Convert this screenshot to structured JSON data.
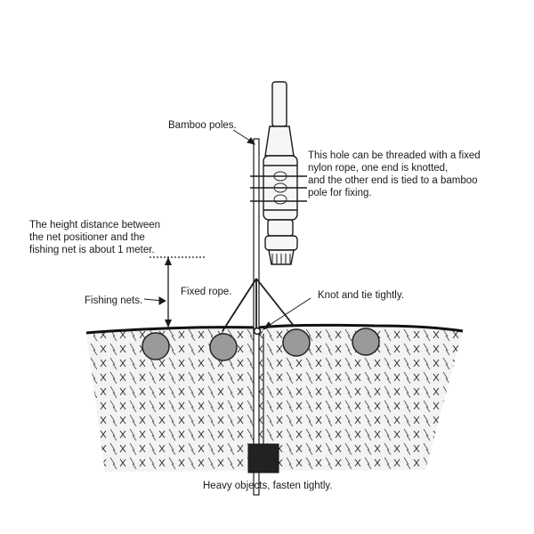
{
  "labels": {
    "bamboo_poles": "Bamboo poles.",
    "hole_note": "This hole can be threaded with a fixed\nnylon rope, one end is knotted,\nand the other end is tied to a bamboo\npole for fixing.",
    "height_note": "The height distance between\nthe net positioner and the\nfishing net is about 1 meter.",
    "fishing_nets": "Fishing nets.",
    "fixed_rope": "Fixed rope.",
    "knot": "Knot and tie tightly.",
    "heavy_objects": "Heavy objects, fasten tightly."
  },
  "colors": {
    "line": "#1a1a1a",
    "net_fill": "#f3f3f3",
    "float_fill": "#9a9a9a",
    "device_fill": "#f6f6f6",
    "weight_fill": "#222222"
  },
  "floats_count": 4
}
